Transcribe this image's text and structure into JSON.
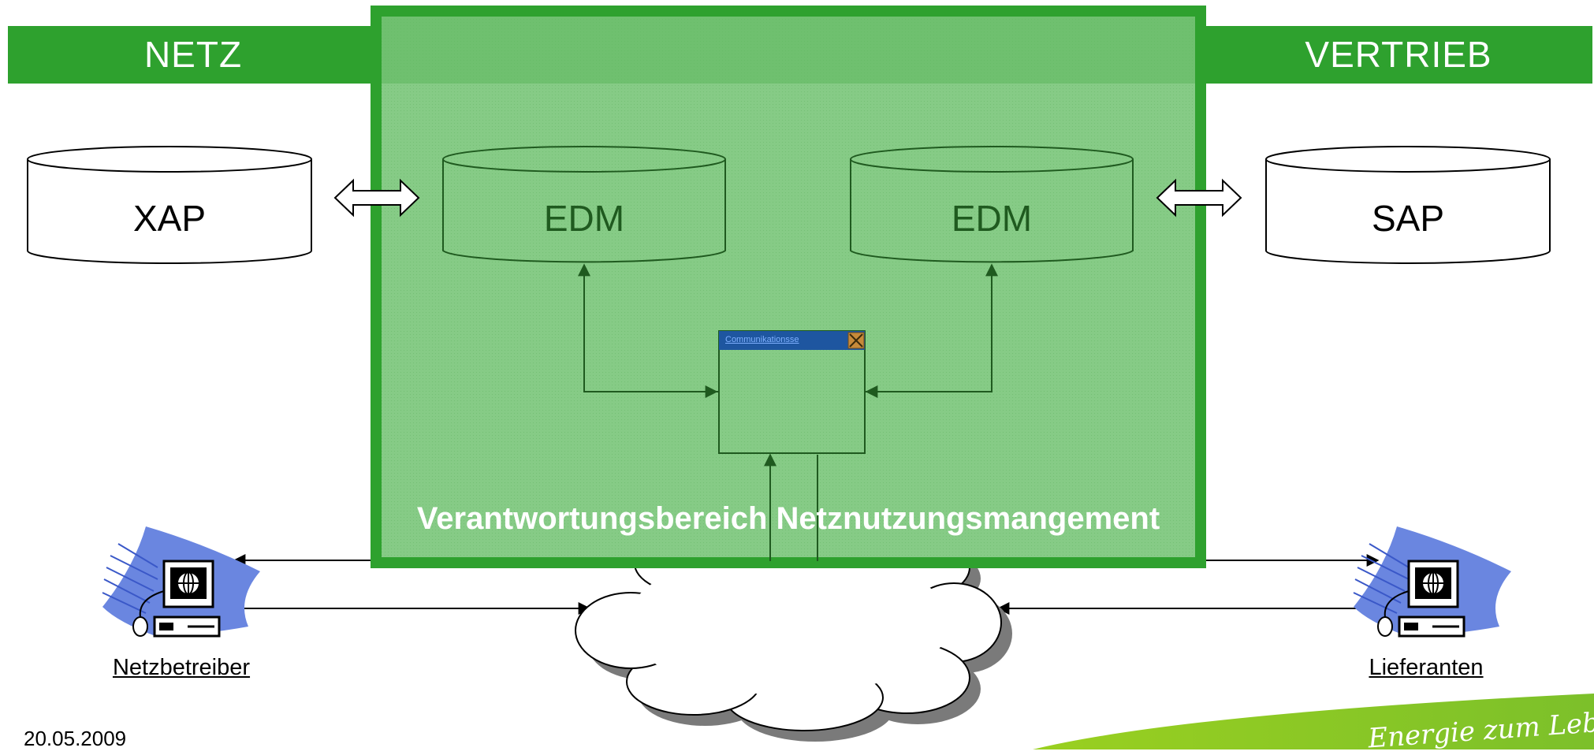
{
  "header": {
    "left": "NETZ",
    "right": "VERTRIEB"
  },
  "databases": {
    "xap": "XAP",
    "sap": "SAP",
    "edm_left": "EDM",
    "edm_right": "EDM"
  },
  "comm_window": {
    "title": "Communikationsse"
  },
  "panel": {
    "title": "Verantwortungsbereich Netznutzungsmangement"
  },
  "endpoints": {
    "left": "Netzbetreiber",
    "right": "Lieferanten"
  },
  "footer": {
    "date": "20.05.2009",
    "slogan": "Energie zum Leben !"
  },
  "colors": {
    "green_bar": "#2ea12e",
    "panel_fill": "#86cb86",
    "panel_border": "#2ea12e",
    "titlebar": "#1e56a0"
  }
}
